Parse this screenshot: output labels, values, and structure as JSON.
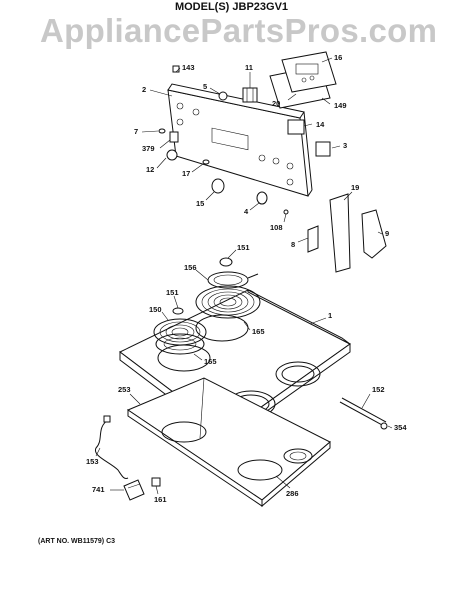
{
  "header": {
    "model_title": "MODEL(S) JBP23GV1"
  },
  "watermark": {
    "text": "AppliancePartsPros.com"
  },
  "footer": {
    "art_number": "(ART NO. WB11579) C3"
  },
  "callouts": [
    "143",
    "16",
    "11",
    "5",
    "2",
    "20",
    "149",
    "14",
    "7",
    "379",
    "3",
    "12",
    "17",
    "15",
    "4",
    "108",
    "19",
    "8",
    "9",
    "151",
    "156",
    "151",
    "150",
    "165",
    "165",
    "1",
    "253",
    "152",
    "354",
    "153",
    "741",
    "161",
    "286"
  ]
}
